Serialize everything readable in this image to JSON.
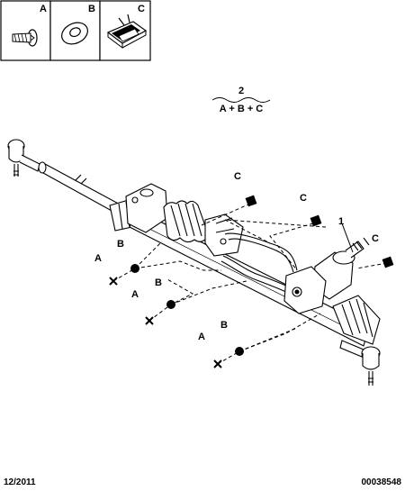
{
  "legend": {
    "boxes": [
      {
        "letter": "A",
        "item": "screw-icon"
      },
      {
        "letter": "B",
        "item": "washer-icon"
      },
      {
        "letter": "C",
        "item": "clip-nut-icon"
      }
    ]
  },
  "formula": {
    "quantity": "2",
    "expression": "A + B + C"
  },
  "callouts": {
    "item_1": "1",
    "c_label": "C",
    "b_label": "B",
    "a_label": "A"
  },
  "footer": {
    "date": "12/2011",
    "code": "00038548"
  },
  "colors": {
    "line": "#000000",
    "background": "#ffffff"
  }
}
